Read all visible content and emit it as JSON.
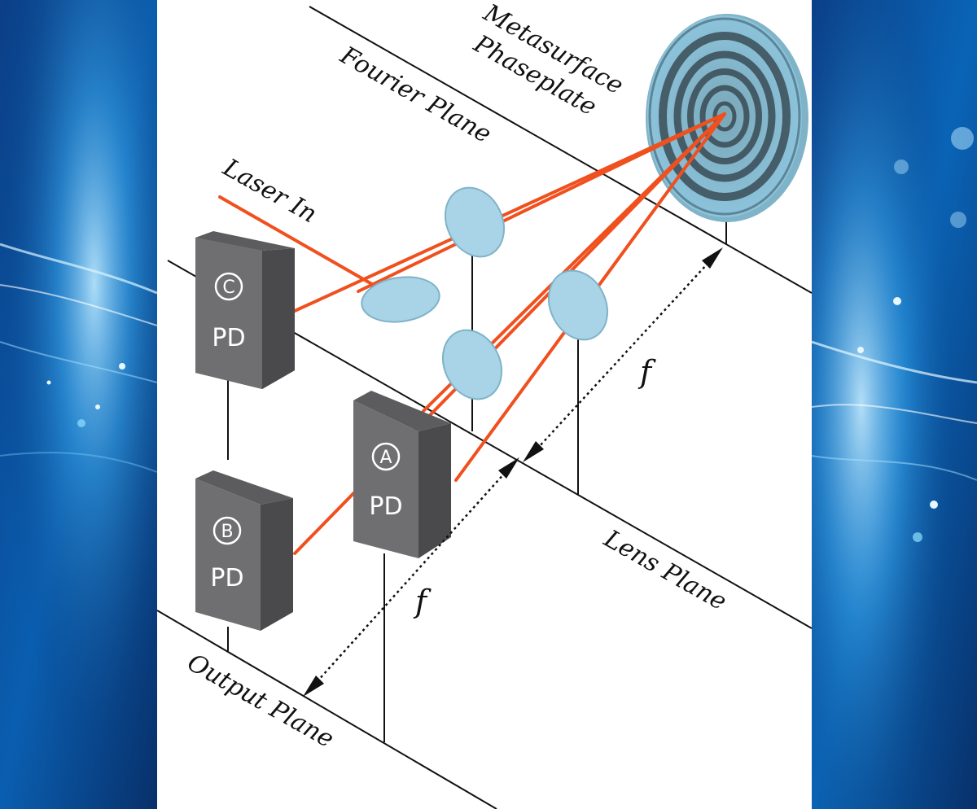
{
  "labels": {
    "metasurface_line1": "Metasurface",
    "metasurface_line2": "Phaseplate",
    "fourier_plane": "Fourier Plane",
    "laser_in": "Laser In",
    "lens_plane": "Lens Plane",
    "output_plane": "Output Plane",
    "focal_upper": "f",
    "focal_lower": "f"
  },
  "detectors": [
    {
      "id": "C",
      "letter": "C",
      "label": "PD"
    },
    {
      "id": "A",
      "letter": "A",
      "label": "PD"
    },
    {
      "id": "B",
      "letter": "B",
      "label": "PD"
    }
  ],
  "colors": {
    "beam": "#f0501e",
    "lens": "#a9d3e6",
    "detector_front": "#6f6f71",
    "detector_side": "#4a4a4c",
    "background_blue": "#0a3a7a"
  }
}
